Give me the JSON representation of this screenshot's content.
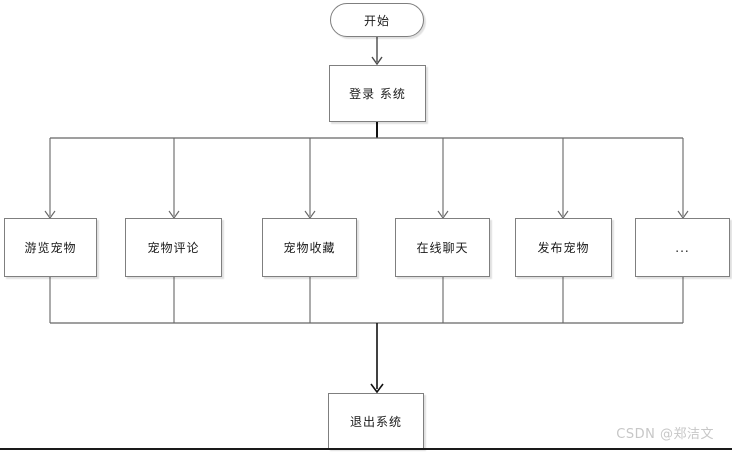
{
  "diagram": {
    "nodes": {
      "start": {
        "label": "开始"
      },
      "login": {
        "label": "登录 系统"
      },
      "exit": {
        "label": "退出系统"
      },
      "branches": [
        {
          "label": "游览宠物"
        },
        {
          "label": "宠物评论"
        },
        {
          "label": "宠物收藏"
        },
        {
          "label": "在线聊天"
        },
        {
          "label": "发布宠物"
        },
        {
          "label": "..."
        }
      ]
    },
    "colors": {
      "branch_line": "#666666",
      "main_line": "#1a1a1a",
      "box_border": "#7f7f7f",
      "watermark": "#c7c7c7"
    }
  },
  "watermark": {
    "text": "CSDN @郑洁文"
  }
}
